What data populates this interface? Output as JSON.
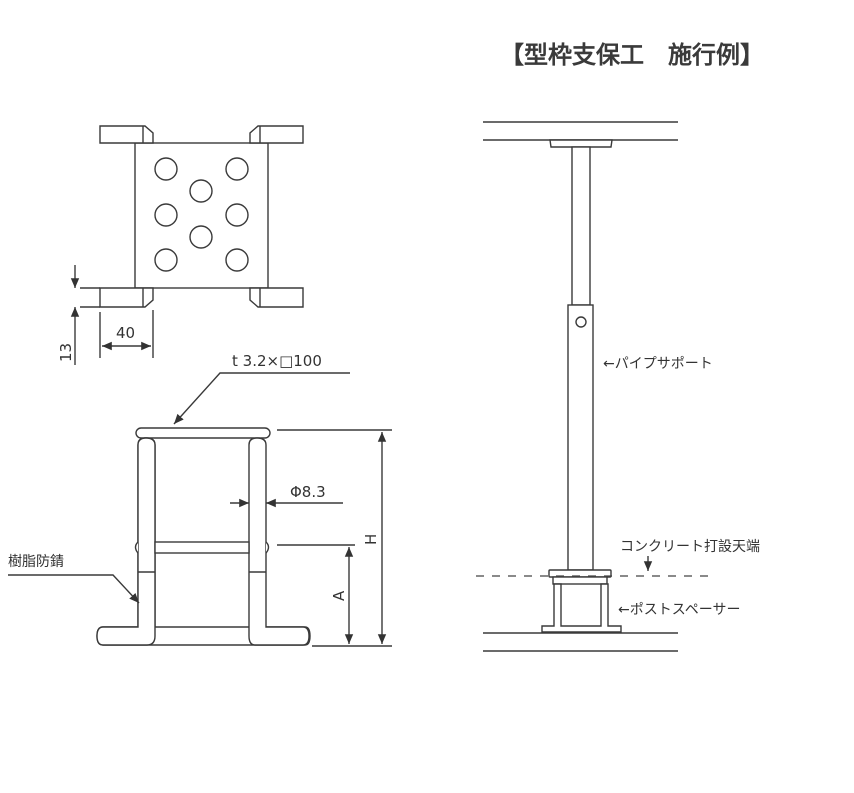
{
  "title": "【型枠支保工　施行例】",
  "plan_view": {
    "dim_height": "13",
    "dim_width": "40",
    "hole_count": 8
  },
  "elevation_view": {
    "plate_spec": "t 3.2×□100",
    "rod_diameter": "Φ8.3",
    "dim_total": "H",
    "dim_crossbar": "A",
    "coating_label": "樹脂防錆"
  },
  "application_view": {
    "pipe_support_label": "←パイプサポート",
    "concrete_top_label": "コンクリート打設天端",
    "post_spacer_label": "←ポストスペーサー"
  }
}
